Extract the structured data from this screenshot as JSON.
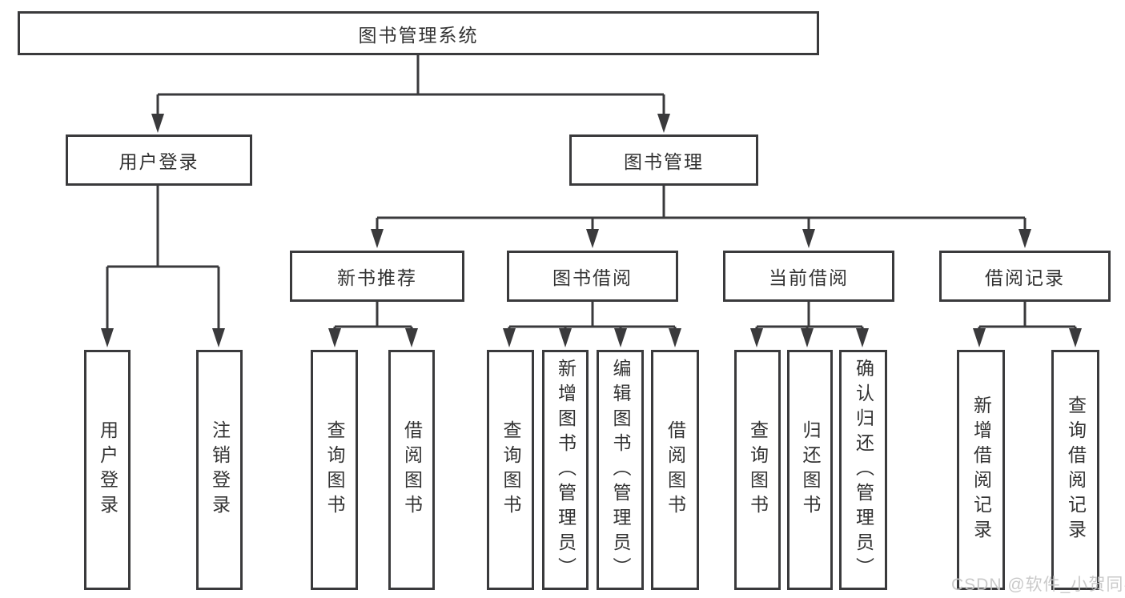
{
  "nodes": {
    "root": "图书管理系统",
    "user_login": "用户登录",
    "book_management": "图书管理",
    "new_book_recommend": "新书推荐",
    "book_borrowing": "图书借阅",
    "current_borrowing": "当前借阅",
    "borrowing_records": "借阅记录"
  },
  "leaves": {
    "user_login": [
      "用户登录",
      "注销登录"
    ],
    "new_book_recommend": [
      "查询图书",
      "借阅图书"
    ],
    "book_borrowing": [
      "查询图书",
      "新增图书（管理员）",
      "编辑图书（管理员）",
      "借阅图书"
    ],
    "current_borrowing": [
      "查询图书",
      "归还图书",
      "确认归还（管理员）"
    ],
    "borrowing_records": [
      "新增借阅记录",
      "查询借阅记录"
    ]
  },
  "watermark": "CSDN @软件_小贺同学",
  "colors": {
    "line": "#3a3a3c",
    "text": "#333333",
    "background": "#ffffff",
    "watermark": "#c7c7c7"
  }
}
